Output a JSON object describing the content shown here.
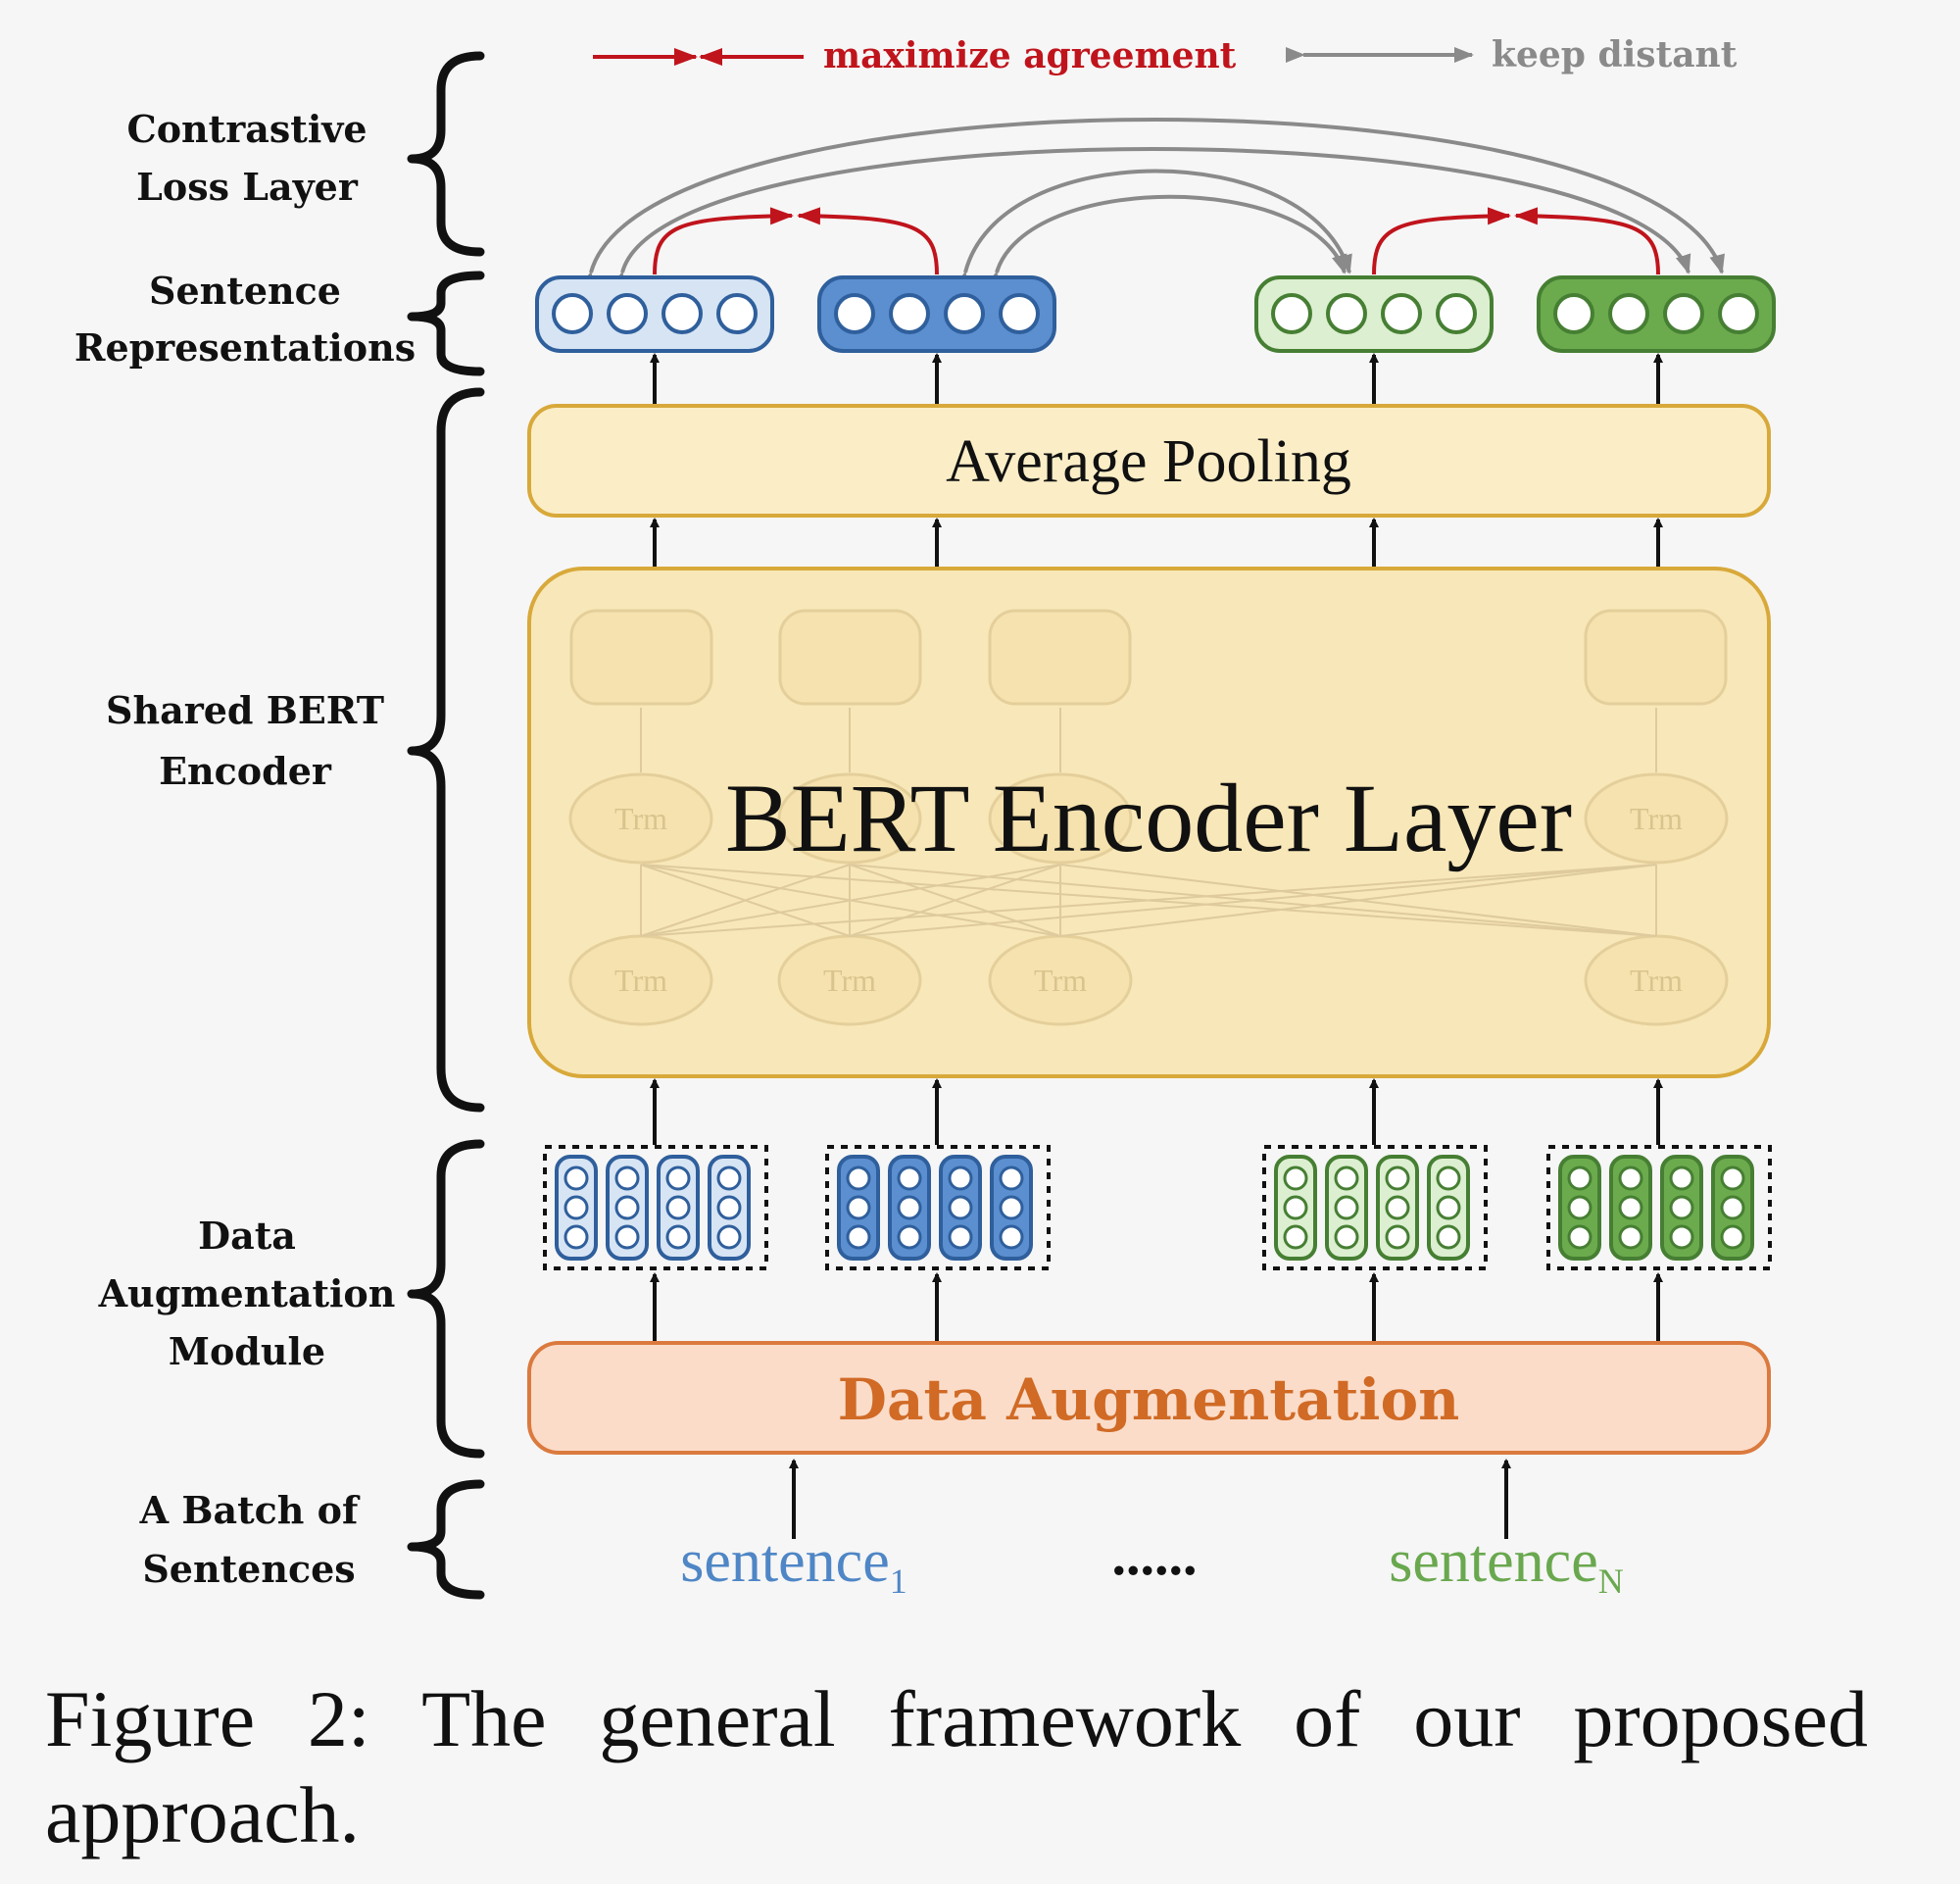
{
  "legend": {
    "agree_label": "maximize agreement",
    "distant_label": "keep distant",
    "agree_color": "#c0141c",
    "distant_color": "#8a8a8a"
  },
  "layers": {
    "contrastive_line1": "Contrastive",
    "contrastive_line2": "Loss Layer",
    "sentrep_line1": "Sentence",
    "sentrep_line2": "Representations",
    "encoder_line1": "Shared BERT",
    "encoder_line2": "Encoder",
    "aug_line1": "Data",
    "aug_line2": "Augmentation",
    "aug_line3": "Module",
    "batch_line1": "A Batch of",
    "batch_line2": "Sentences"
  },
  "blocks": {
    "pooling": "Average Pooling",
    "encoder": "BERT Encoder Layer",
    "augmentation": "Data Augmentation",
    "trm": "Trm"
  },
  "inputs": {
    "sentence_first": "sentence",
    "sentence_first_sub": "1",
    "ellipsis": "......",
    "sentence_last": "sentence",
    "sentence_last_sub": "N"
  },
  "colors": {
    "blue_light": "#d6e4f4",
    "blue_dark": "#5b8fd0",
    "blue_stroke": "#2f5f9c",
    "green_light": "#dcefd0",
    "green_dark": "#6cab4d",
    "green_stroke": "#467f33",
    "pooling_fill": "#fbeec7",
    "encoder_fill": "#f8e7b8",
    "yellow_stroke": "#d8a93a",
    "aug_fill": "#fbdcc9",
    "aug_stroke": "#db7a3e",
    "aug_text": "#d06a25",
    "sentence1_color": "#4f86c6",
    "sentenceN_color": "#6aa84f"
  },
  "caption": "Figure 2: The general framework of our proposed approach."
}
